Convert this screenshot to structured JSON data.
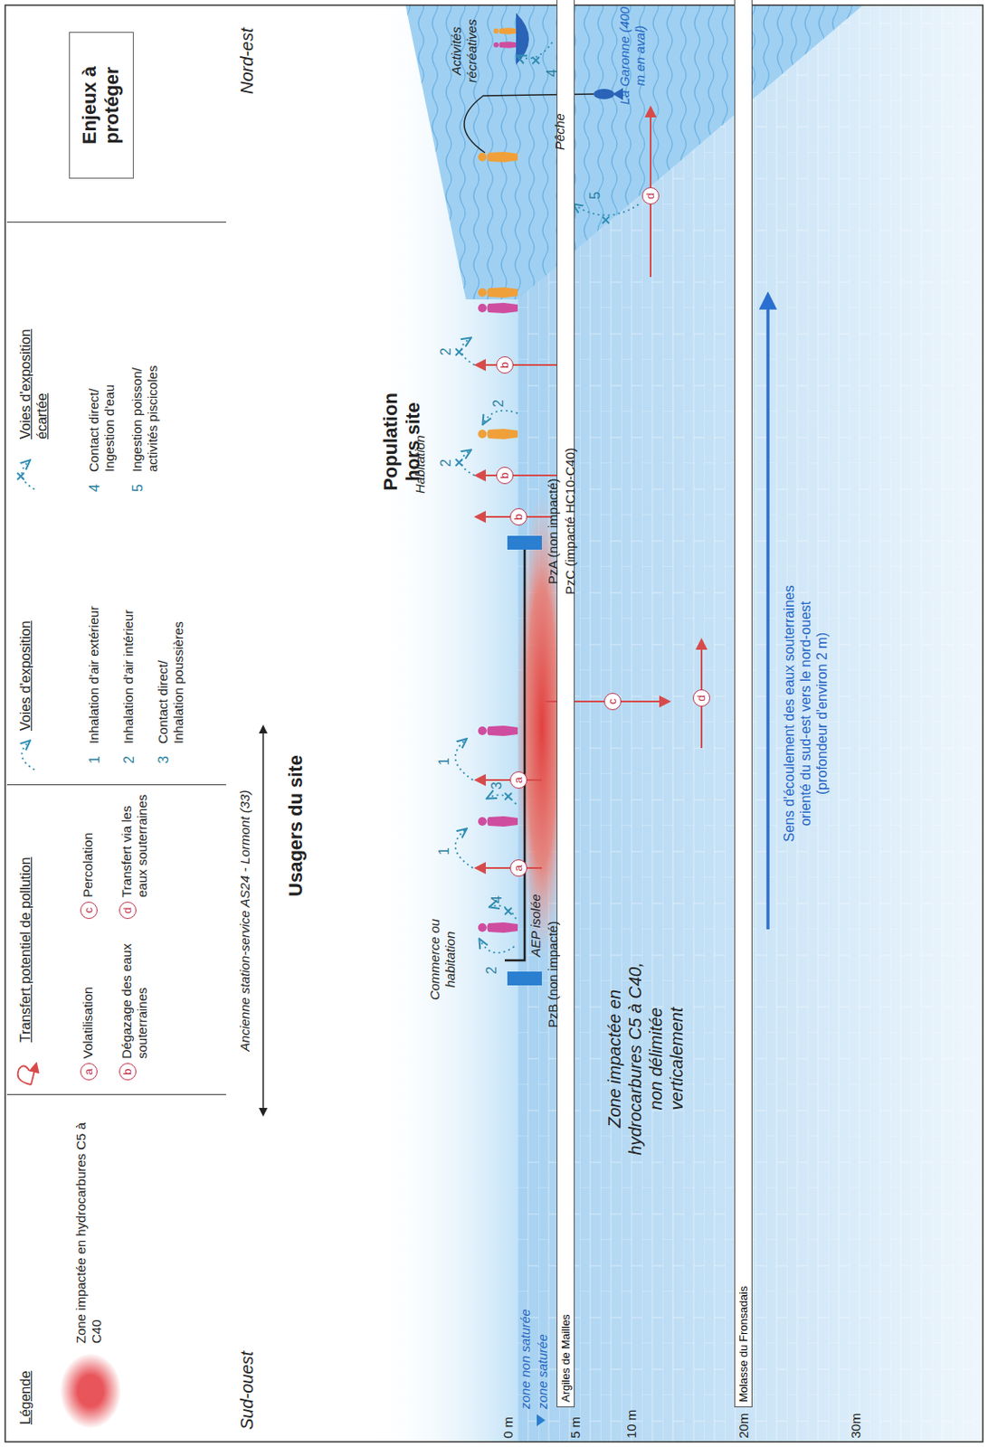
{
  "diagram": {
    "nodes": [
      {
        "text": [
          "Légende"
        ]
      },
      {
        "text": [
          "Transfert potentiel de pollution"
        ]
      },
      {
        "text": [
          "Voies d'exposition",
          "Voies d'exposition écartée"
        ]
      },
      {
        "text": [
          "Enjeux à protéger"
        ]
      },
      {
        "text": [
          "Argiles de Mailles"
        ]
      },
      {
        "text": [
          "Molasse du Fronsadais"
        ]
      }
    ],
    "labels": [
      "a",
      "b",
      "c",
      "d",
      "1",
      "2",
      "3",
      "4",
      "5",
      "Sud-ouest",
      "Nord-est",
      "Ancienne station-service AS24 - Lormont (33)",
      "Usagers du site",
      "Population hors site",
      "Commerce ou habitation",
      "AEP isolée",
      "PzB (non impacté)",
      "PzA (non impacté)",
      "PzC (impacté HC10-C40)",
      "Zone impactée en hydrocarbures C5 à C40, non délimitée verticalement",
      "Habitation",
      "Pêche",
      "Activités récréatives",
      "Sens d'écoulement des eaux souterraines orienté du sud-est vers le nord-ouest (profondeur d'environ 2 m)",
      "zone non saturée",
      "zone saturée",
      "0 m",
      "5 m",
      "10 m",
      "20m",
      "30m",
      "La Garonne (400 m en aval)",
      "a",
      "a",
      "b",
      "c",
      "b",
      "b",
      "d",
      "d",
      "2",
      "4",
      "1",
      "3",
      "1",
      "2",
      "2",
      "2",
      "5",
      "4"
    ],
    "legend": [
      {
        "text": "Zone impactée en hydrocarbures C5 à C40",
        "color": "#e8555a"
      },
      {
        "text": "Volatilisation"
      },
      {
        "text": "Dégazage des eaux souterraines"
      },
      {
        "text": "Percolation"
      },
      {
        "text": "Transfert via les eaux souterraines"
      },
      {
        "text": "Inhalation d'air extérieur"
      },
      {
        "text": "Inhalation d'air intérieur"
      },
      {
        "text": "Contact direct/ Inhalation poussières"
      },
      {
        "text": "Contact direct/ Ingestion d'eau"
      },
      {
        "text": "Ingestion poisson/ activités piscicoles"
      }
    ]
  }
}
